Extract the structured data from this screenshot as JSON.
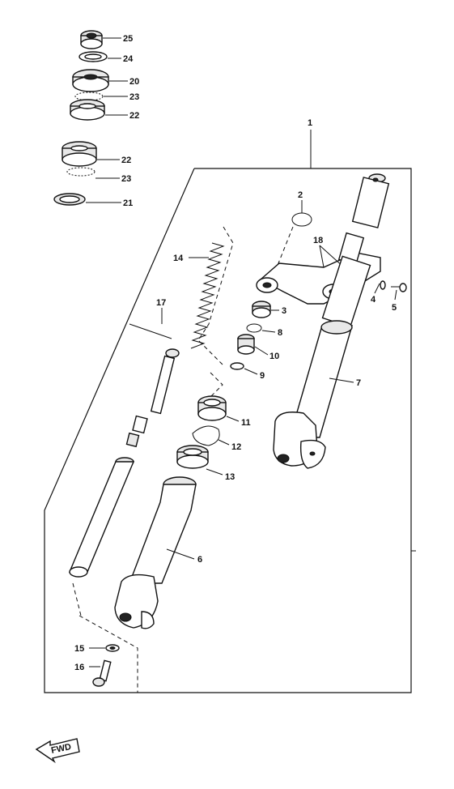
{
  "callouts": [
    {
      "id": "c25",
      "text": "25"
    },
    {
      "id": "c24",
      "text": "24"
    },
    {
      "id": "c20",
      "text": "20"
    },
    {
      "id": "c23a",
      "text": "23"
    },
    {
      "id": "c22a",
      "text": "22"
    },
    {
      "id": "c22b",
      "text": "22"
    },
    {
      "id": "c23b",
      "text": "23"
    },
    {
      "id": "c21",
      "text": "21"
    },
    {
      "id": "c1",
      "text": "1"
    },
    {
      "id": "c2",
      "text": "2"
    },
    {
      "id": "c18",
      "text": "18"
    },
    {
      "id": "c14",
      "text": "14"
    },
    {
      "id": "c4",
      "text": "4"
    },
    {
      "id": "c5",
      "text": "5"
    },
    {
      "id": "c3",
      "text": "3"
    },
    {
      "id": "c17",
      "text": "17"
    },
    {
      "id": "c8",
      "text": "8"
    },
    {
      "id": "c10",
      "text": "10"
    },
    {
      "id": "c9",
      "text": "9"
    },
    {
      "id": "c7",
      "text": "7"
    },
    {
      "id": "c11",
      "text": "11"
    },
    {
      "id": "c12",
      "text": "12"
    },
    {
      "id": "c13",
      "text": "13"
    },
    {
      "id": "c6",
      "text": "6"
    },
    {
      "id": "c15",
      "text": "15"
    },
    {
      "id": "c16",
      "text": "16"
    }
  ],
  "fwd_badge": "FWD"
}
